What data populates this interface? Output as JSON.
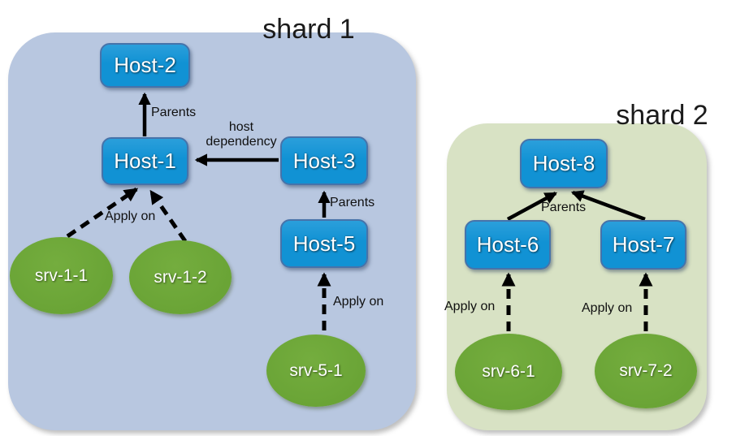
{
  "colors": {
    "shard1_bg": "#b8c7e0",
    "shard2_bg": "#d8e2c4",
    "host_fill": "#1192d4",
    "host_border": "#4673aa",
    "srv_fill": "#6aa436",
    "arrow": "#000000",
    "title_text": "#1b1b1b",
    "node_text": "#ffffff"
  },
  "shard1": {
    "title": "shard 1",
    "nodes": {
      "host2": "Host-2",
      "host1": "Host-1",
      "host3": "Host-3",
      "host5": "Host-5",
      "srv11": "srv-1-1",
      "srv12": "srv-1-2",
      "srv51": "srv-5-1"
    },
    "labels": {
      "parents_top": "Parents",
      "host_dependency": "host dependency",
      "parents_mid": "Parents",
      "apply_on": "Apply on",
      "apply_on_bottom": "Apply on"
    }
  },
  "shard2": {
    "title": "shard 2",
    "nodes": {
      "host8": "Host-8",
      "host6": "Host-6",
      "host7": "Host-7",
      "srv61": "srv-6-1",
      "srv72": "srv-7-2"
    },
    "labels": {
      "parents": "Parents",
      "apply_on_left": "Apply on",
      "apply_on_right": "Apply on"
    }
  }
}
